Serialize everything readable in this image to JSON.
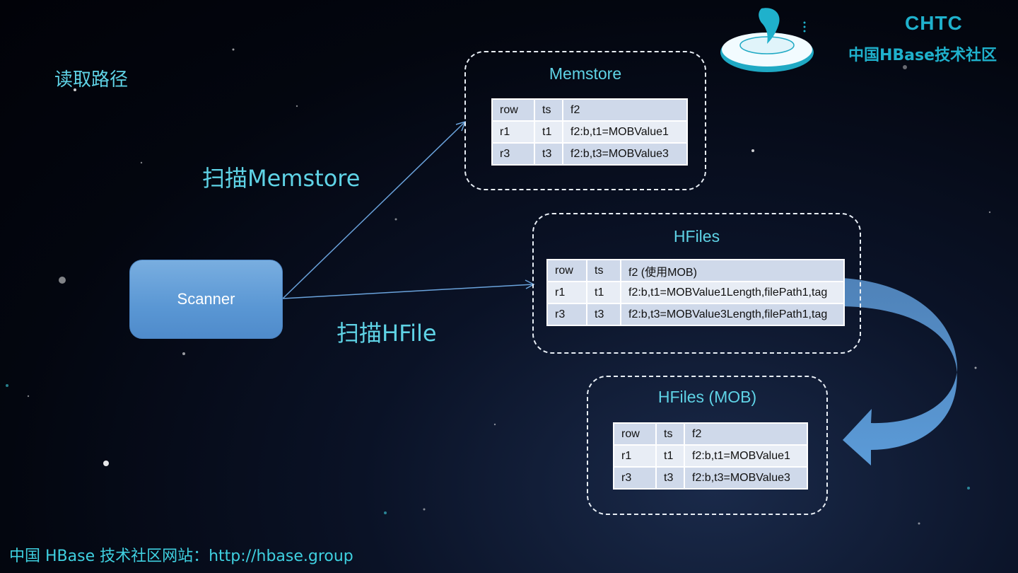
{
  "page_title": "读取路径",
  "brand": {
    "name_en": "CHTC",
    "name_cn": "中国HBase技术社区",
    "logo": "orca-whale-logo",
    "color": "#1fb1cc"
  },
  "footer": "中国 HBase 技术社区网站：http://hbase.group",
  "scanner": {
    "label": "Scanner",
    "color": "#5a97d4"
  },
  "edges": [
    {
      "from": "Scanner",
      "to": "Memstore",
      "label": "扫描Memstore"
    },
    {
      "from": "Scanner",
      "to": "HFiles",
      "label": "扫描HFile"
    },
    {
      "from": "HFiles",
      "to": "HFiles (MOB)",
      "label": "",
      "style": "curved-block-arrow"
    }
  ],
  "memstore": {
    "title": "Memstore",
    "rows": [
      [
        "row",
        "ts",
        "f2"
      ],
      [
        "r1",
        "t1",
        "f2:b,t1=MOBValue1"
      ],
      [
        "r3",
        "t3",
        "f2:b,t3=MOBValue3"
      ]
    ]
  },
  "hfiles": {
    "title": "HFiles",
    "rows": [
      [
        "row",
        "ts",
        "f2 (使用MOB)"
      ],
      [
        "r1",
        "t1",
        "f2:b,t1=MOBValue1Length,filePath1,tag"
      ],
      [
        "r3",
        "t3",
        "f2:b,t3=MOBValue3Length,filePath1,tag"
      ]
    ]
  },
  "hfiles_mob": {
    "title": "HFiles (MOB)",
    "rows": [
      [
        "row",
        "ts",
        "f2"
      ],
      [
        "r1",
        "t1",
        "f2:b,t1=MOBValue1"
      ],
      [
        "r3",
        "t3",
        "f2:b,t3=MOBValue3"
      ]
    ]
  },
  "colors": {
    "accent_text": "#5fd3e6",
    "table_header": "#cfd9ea",
    "table_alt": "#e8edf5",
    "arrow": "#5b9bd5"
  }
}
